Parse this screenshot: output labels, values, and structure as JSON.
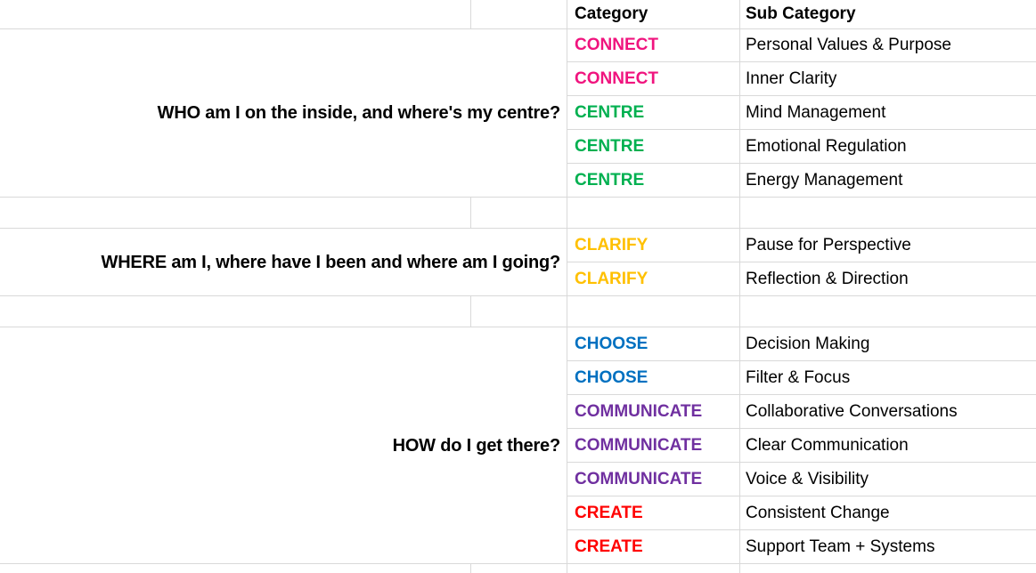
{
  "sheet": {
    "questions": [
      "WHO am I on the inside, and where's my centre?",
      "WHERE am I, where have I been and where am I going?",
      "HOW do I get there?"
    ],
    "columns": {
      "category": "Category",
      "sub_category": "Sub Category"
    },
    "rows": [
      {
        "category": "CONNECT",
        "sub_category": "Personal Values & Purpose",
        "color": "#F0147E"
      },
      {
        "category": "CONNECT",
        "sub_category": "Inner Clarity",
        "color": "#F0147E"
      },
      {
        "category": "CENTRE",
        "sub_category": "Mind Management",
        "color": "#00B050"
      },
      {
        "category": "CENTRE",
        "sub_category": "Emotional Regulation",
        "color": "#00B050"
      },
      {
        "category": "CENTRE",
        "sub_category": "Energy Management",
        "color": "#00B050"
      },
      {
        "category": "CLARIFY",
        "sub_category": "Pause for Perspective",
        "color": "#FFC000"
      },
      {
        "category": "CLARIFY",
        "sub_category": "Reflection & Direction",
        "color": "#FFC000"
      },
      {
        "category": "CHOOSE",
        "sub_category": "Decision Making",
        "color": "#0070C0"
      },
      {
        "category": "CHOOSE",
        "sub_category": "Filter & Focus",
        "color": "#0070C0"
      },
      {
        "category": "COMMUNICATE",
        "sub_category": "Collaborative Conversations",
        "color": "#7030A0"
      },
      {
        "category": "COMMUNICATE",
        "sub_category": "Clear Communication",
        "color": "#7030A0"
      },
      {
        "category": "COMMUNICATE",
        "sub_category": "Voice & Visibility",
        "color": "#7030A0"
      },
      {
        "category": "CREATE",
        "sub_category": "Consistent Change",
        "color": "#FF0000"
      },
      {
        "category": "CREATE",
        "sub_category": "Support Team + Systems",
        "color": "#FF0000"
      }
    ],
    "palette": {
      "connect": "#F0147E",
      "centre": "#00B050",
      "clarify": "#FFC000",
      "choose": "#0070C0",
      "communicate": "#7030A0",
      "create": "#FF0000",
      "gridline": "#D9D9D9",
      "text": "#000000"
    }
  }
}
